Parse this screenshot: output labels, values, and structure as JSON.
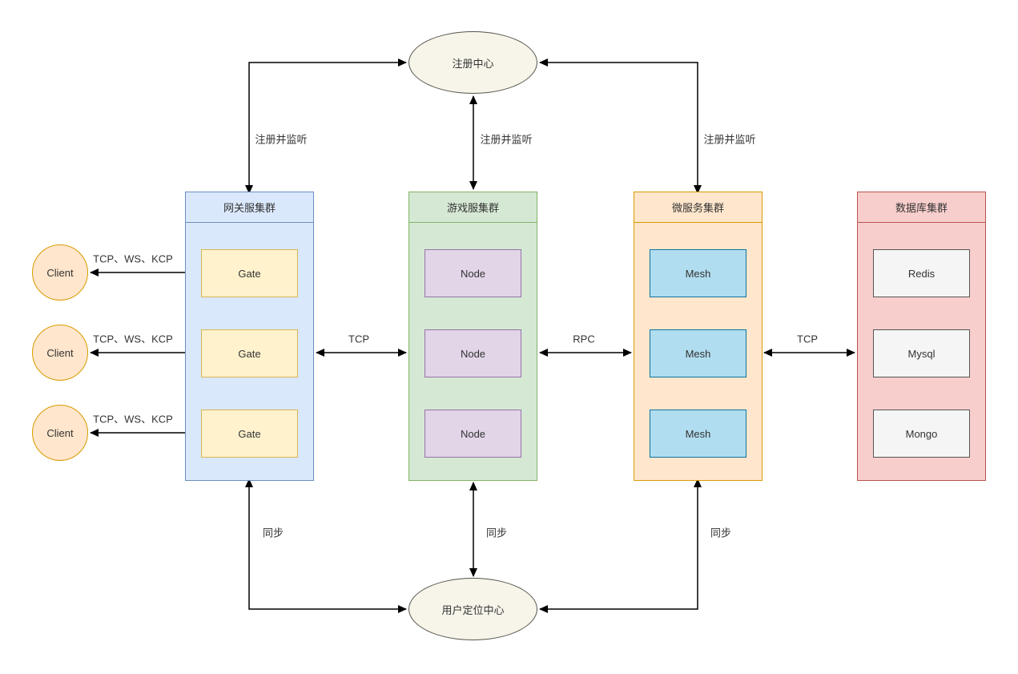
{
  "diagram": {
    "registry_center": {
      "label": "注册中心"
    },
    "user_locator_center": {
      "label": "用户定位中心"
    },
    "clients": [
      {
        "label": "Client"
      },
      {
        "label": "Client"
      },
      {
        "label": "Client"
      }
    ],
    "clusters": [
      {
        "id": "gateway",
        "title": "网关服集群",
        "nodes": [
          "Gate",
          "Gate",
          "Gate"
        ]
      },
      {
        "id": "game",
        "title": "游戏服集群",
        "nodes": [
          "Node",
          "Node",
          "Node"
        ]
      },
      {
        "id": "microservice",
        "title": "微服务集群",
        "nodes": [
          "Mesh",
          "Mesh",
          "Mesh"
        ]
      },
      {
        "id": "database",
        "title": "数据库集群",
        "nodes": [
          "Redis",
          "Mysql",
          "Mongo"
        ]
      }
    ],
    "edge_labels": {
      "client_gate_0": "TCP、WS、KCP",
      "client_gate_1": "TCP、WS、KCP",
      "client_gate_2": "TCP、WS、KCP",
      "gateway_game": "TCP",
      "game_micro": "RPC",
      "micro_db": "TCP",
      "register_gateway": "注册并监听",
      "register_game": "注册并监听",
      "register_micro": "注册并监听",
      "sync_gateway": "同步",
      "sync_game": "同步",
      "sync_micro": "同步"
    },
    "colors": {
      "gateway_cluster_fill": "#DAE8FC",
      "gateway_cluster_border": "#6C8EBF",
      "gate_box_fill": "#FFF2CC",
      "gate_box_border": "#D6B656",
      "game_cluster_fill": "#D5E8D4",
      "game_cluster_border": "#82B366",
      "node_box_fill": "#E1D5E7",
      "node_box_border": "#9673A6",
      "micro_cluster_fill": "#FFE6CC",
      "micro_cluster_border": "#D79B00",
      "mesh_box_fill": "#B1DDF0",
      "mesh_box_border": "#10739E",
      "db_cluster_fill": "#F8CECC",
      "db_cluster_border": "#B85450",
      "db_box_fill": "#F5F5F5",
      "db_box_border": "#555555",
      "client_fill": "#FFE6CC",
      "client_border": "#D79B00",
      "ellipse_fill": "#F7F4E9",
      "ellipse_border": "#55554E",
      "edge_stroke": "#000000"
    }
  }
}
